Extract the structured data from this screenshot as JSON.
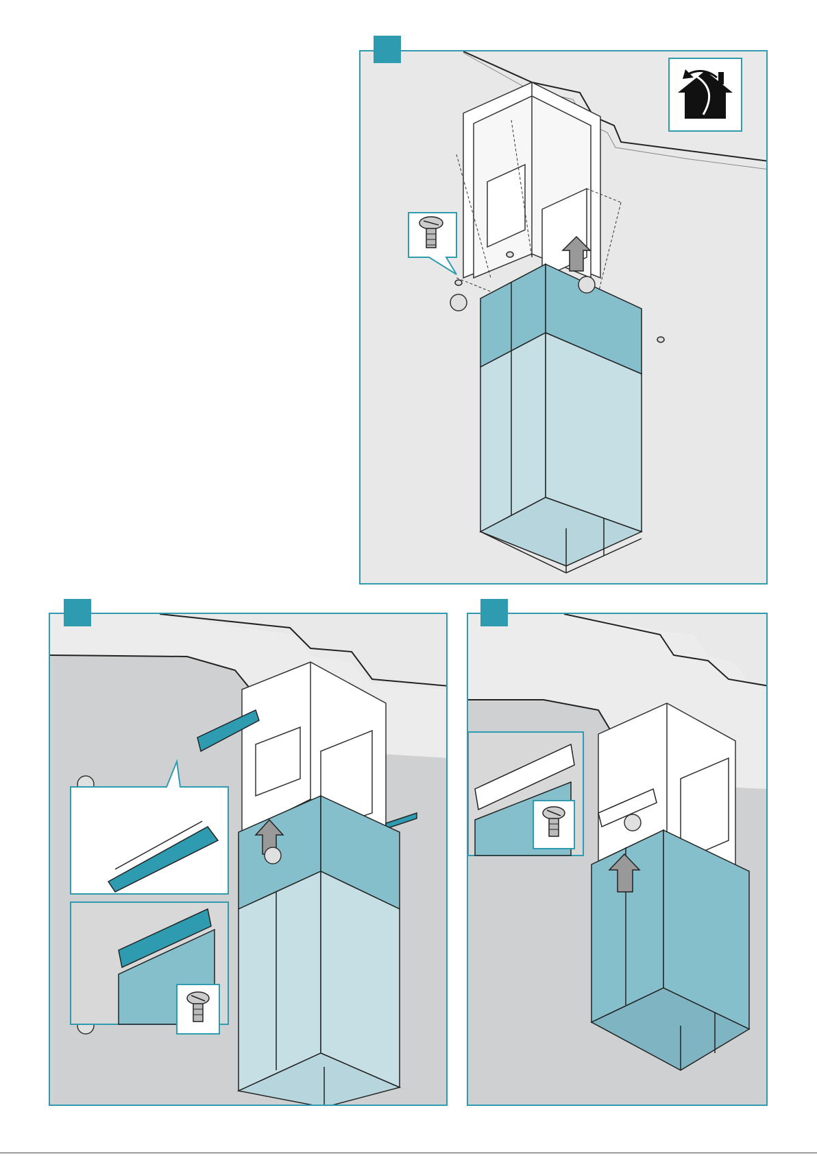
{
  "colors": {
    "accent": "#2e9bb0",
    "duct_dark": "#86bfcc",
    "duct_light": "#c5dfe4",
    "ceiling": "#e9e9e9",
    "wall": "#cfd0d1"
  },
  "panels": [
    {
      "name": "panel-1",
      "badge": "teal-square",
      "icons": [
        "exhaust-mode-house-icon",
        "screw-detail-icon",
        "upward-arrow-icon"
      ]
    },
    {
      "name": "panel-2",
      "badge": "teal-square",
      "icons": [
        "bracket-detail",
        "screw-detail-icon",
        "upward-arrow-icon"
      ]
    },
    {
      "name": "panel-3",
      "badge": "teal-square",
      "icons": [
        "bracket-detail",
        "screw-detail-icon",
        "upward-arrow-icon"
      ]
    }
  ]
}
